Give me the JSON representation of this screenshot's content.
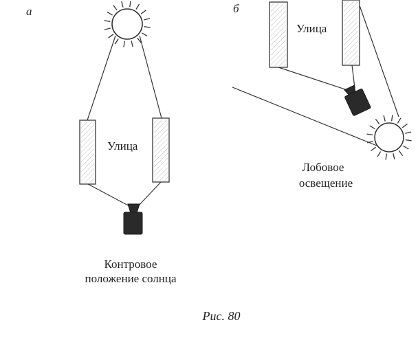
{
  "panel_a": {
    "letter": "а",
    "street_label": "Улица",
    "caption_line1": "Контровое",
    "caption_line2": "положение солнца"
  },
  "panel_b": {
    "letter": "б",
    "street_label": "Улица",
    "caption_line1": "Лобовое",
    "caption_line2": "освещение"
  },
  "figure_caption": "Рис. 80",
  "colors": {
    "ink": "#333333",
    "camera": "#2a2a2a",
    "background": "#ffffff"
  }
}
